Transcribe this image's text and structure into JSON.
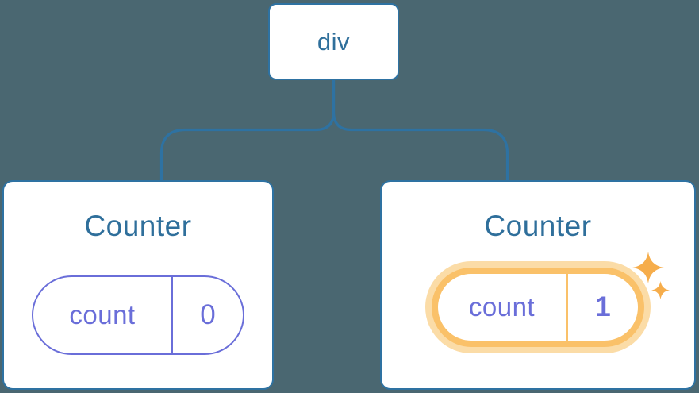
{
  "diagram": {
    "root": {
      "label": "div"
    },
    "children": [
      {
        "title": "Counter",
        "state": {
          "name": "count",
          "value": "0"
        },
        "highlighted": false
      },
      {
        "title": "Counter",
        "state": {
          "name": "count",
          "value": "1"
        },
        "highlighted": true
      }
    ]
  },
  "colors": {
    "background": "#4A6771",
    "node_border_blue": "#2E72A2",
    "text_blue": "#2F6F9B",
    "state_purple": "#6A6ED9",
    "highlight_orange": "#FAC169",
    "highlight_glow": "#FBDCA7",
    "sparkle_orange": "#F6AD4B",
    "card_background": "#FFFFFF"
  }
}
